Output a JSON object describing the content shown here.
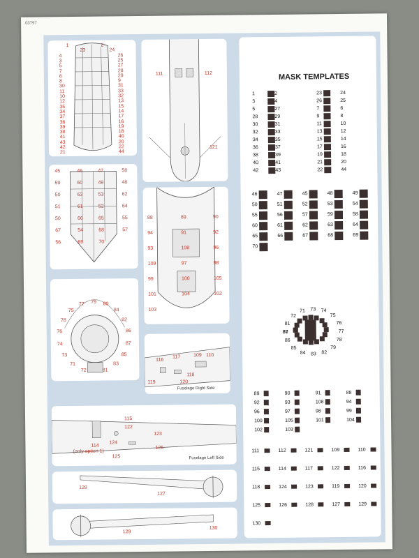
{
  "sheet": {
    "code": "03797",
    "mask_title": "MASK TEMPLATES",
    "colors": {
      "background_blue": "#cddbe9",
      "label_red": "#c0392b",
      "mask_dark": "#3b2f2f"
    }
  },
  "canopy_left": [
    "1",
    "2",
    "23",
    "24",
    "4",
    "26",
    "3",
    "25",
    "5",
    "27",
    "7",
    "28",
    "6",
    "29",
    "8",
    "9",
    "30",
    "31",
    "11",
    "33",
    "10",
    "32",
    "12",
    "13",
    "35",
    "15",
    "34",
    "14",
    "37",
    "17",
    "36",
    "16",
    "39",
    "19",
    "38",
    "18",
    "41",
    "40",
    "43",
    "20",
    "42",
    "22",
    "21",
    "44"
  ],
  "nose_panel": [
    "45",
    "46",
    "47",
    "58",
    "59",
    "60",
    "49",
    "48",
    "50",
    "63",
    "53",
    "62",
    "51",
    "61",
    "52",
    "64",
    "50",
    "66",
    "65",
    "55",
    "67",
    "54",
    "68",
    "57",
    "56",
    "69",
    "70"
  ],
  "turret_panel": [
    "72",
    "71",
    "73",
    "74",
    "76",
    "78",
    "75",
    "77",
    "79",
    "80",
    "84",
    "82",
    "86",
    "87",
    "85",
    "83",
    "81"
  ],
  "top_fuselage": [
    "111",
    "112",
    "121"
  ],
  "bottom_panel": [
    "88",
    "89",
    "90",
    "94",
    "91",
    "92",
    "93",
    "108",
    "96",
    "109",
    "97",
    "98",
    "99",
    "100",
    "105",
    "101",
    "104",
    "102",
    "103"
  ],
  "right_side": {
    "labels": [
      "116",
      "117",
      "109",
      "110",
      "118",
      "119",
      "120"
    ],
    "caption": "Fuselage Right Side"
  },
  "left_side": {
    "labels": [
      "115",
      "122",
      "114",
      "123",
      "124",
      "126",
      "125"
    ],
    "note": "(only option 1)",
    "caption": "Fuselage Left Side"
  },
  "wing1": [
    "128",
    "127"
  ],
  "wing2": [
    "129",
    "130"
  ],
  "templates": {
    "group1": [
      "1",
      "2",
      "23",
      "24",
      "3",
      "4",
      "26",
      "25",
      "5",
      "27",
      "7",
      "6",
      "28",
      "29",
      "9",
      "8",
      "30",
      "31",
      "11",
      "10",
      "32",
      "33",
      "13",
      "12",
      "34",
      "35",
      "15",
      "14",
      "36",
      "37",
      "17",
      "16",
      "38",
      "39",
      "19",
      "18",
      "40",
      "41",
      "21",
      "20",
      "42",
      "43",
      "22",
      "44"
    ],
    "group2": [
      "46",
      "47",
      "45",
      "48",
      "49",
      "50",
      "51",
      "52",
      "53",
      "54",
      "55",
      "56",
      "57",
      "59",
      "58",
      "60",
      "61",
      "62",
      "63",
      "64",
      "65",
      "66",
      "67",
      "68",
      "69",
      "70"
    ],
    "group3": [
      "80",
      "81",
      "72",
      "71",
      "73",
      "74",
      "75",
      "76",
      "77",
      "78",
      "79",
      "82",
      "83",
      "84",
      "85",
      "86",
      "87"
    ],
    "group4": [
      "89",
      "90",
      "91",
      "88",
      "92",
      "93",
      "108",
      "94",
      "96",
      "97",
      "98",
      "99",
      "100",
      "105",
      "101",
      "104",
      "102",
      "103"
    ],
    "misc": [
      "111",
      "112",
      "121",
      "109",
      "110",
      "115",
      "114",
      "117",
      "122",
      "116",
      "118",
      "124",
      "123",
      "119",
      "120",
      "125",
      "126",
      "128",
      "127",
      "129",
      "130"
    ]
  }
}
